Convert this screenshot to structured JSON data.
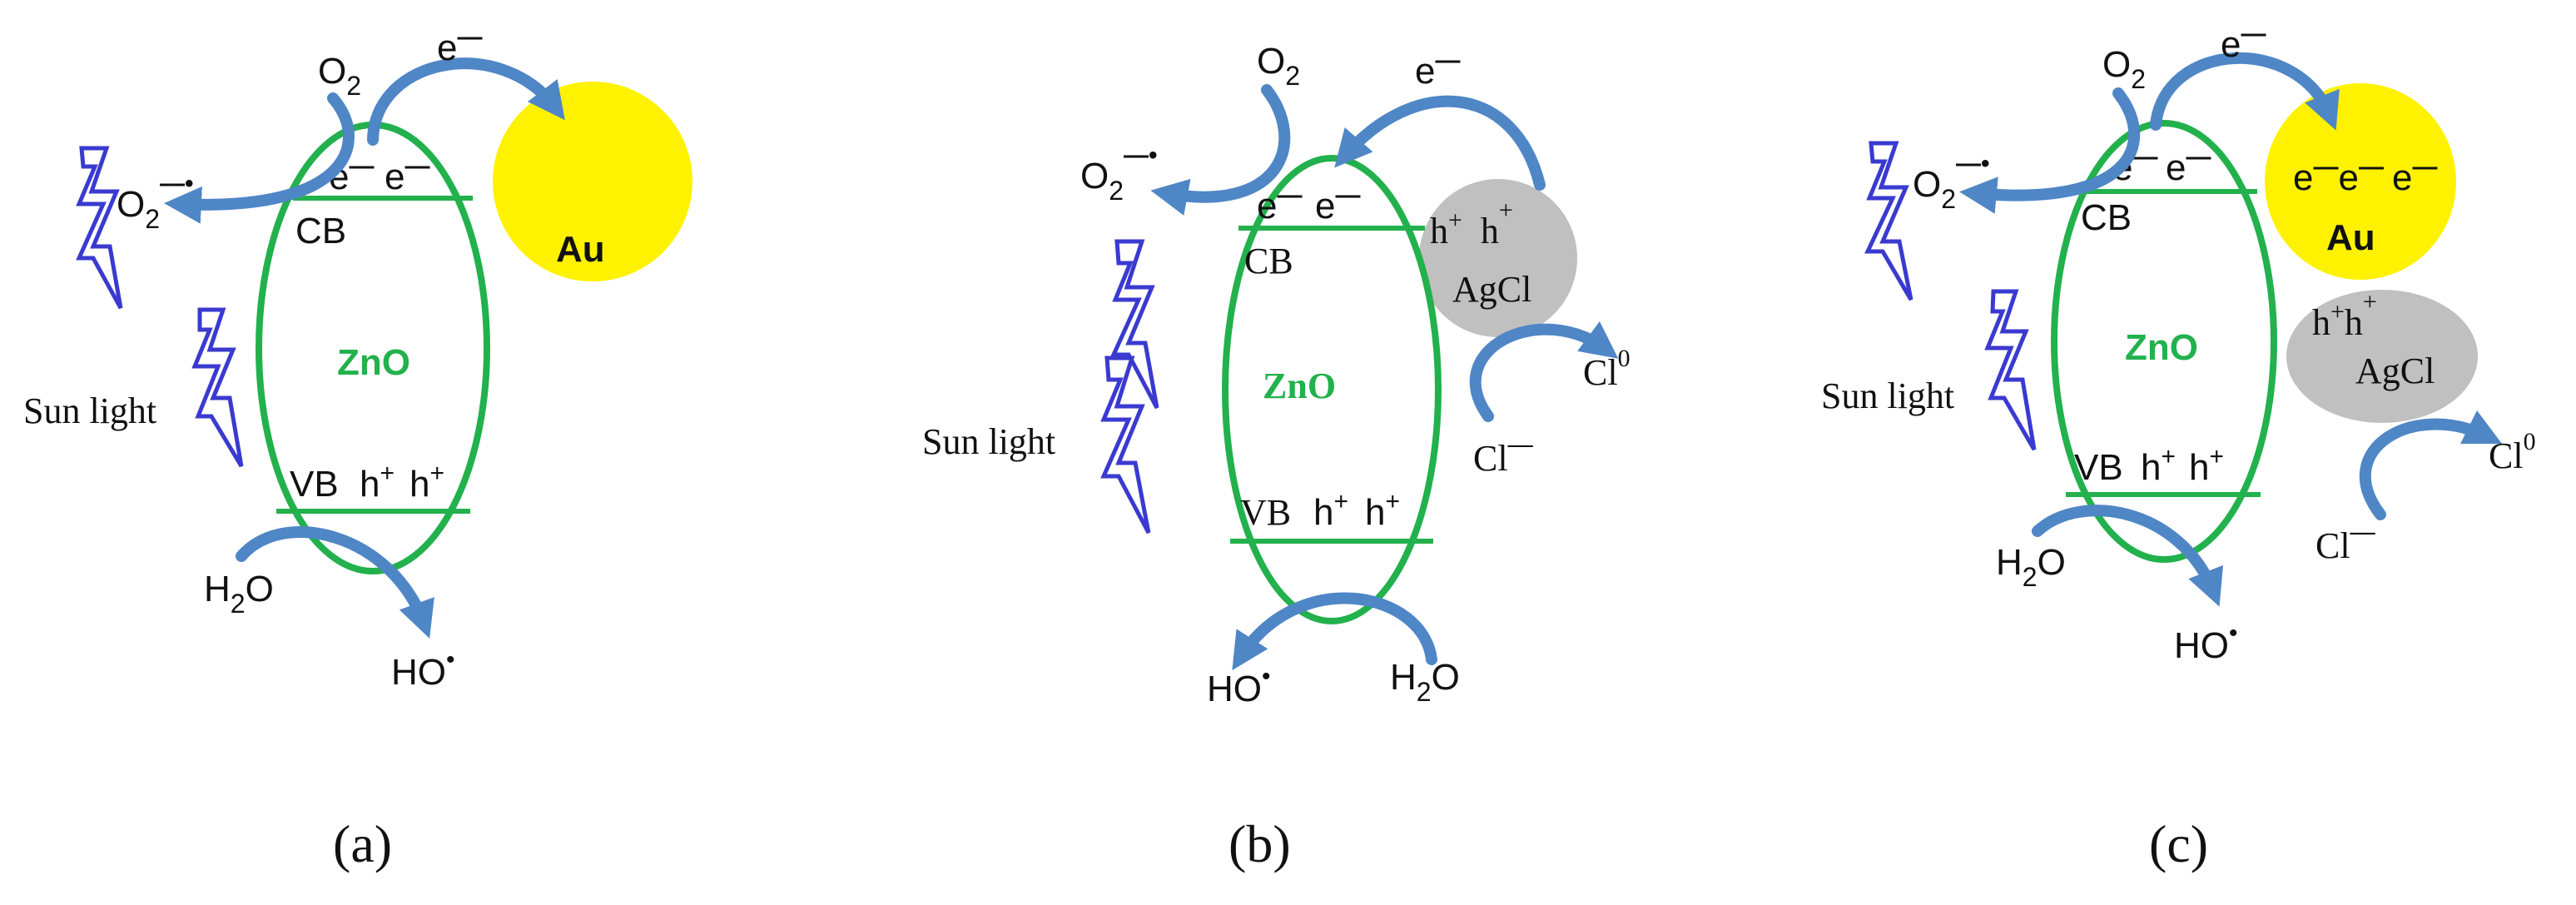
{
  "panels": [
    {
      "caption": "(a)",
      "semiconductor": "ZnO",
      "cb_label": "CB",
      "vb_label": "VB",
      "cb_electrons": "e",
      "vb_holes": "h",
      "light": "Sun light",
      "metal": "Au",
      "o2": "O",
      "h2o": "H",
      "ho": "HO"
    },
    {
      "caption": "(b)",
      "semiconductor": "ZnO",
      "cb_label": "CB",
      "vb_label": "VB",
      "cb_electrons": "e",
      "vb_holes": "h",
      "light": "Sun light",
      "cocatalyst": "AgCl",
      "cl0": "Cl",
      "cl_minus": "Cl",
      "o2": "O",
      "h2o": "H",
      "ho": "HO"
    },
    {
      "caption": "(c)",
      "semiconductor": "ZnO",
      "cb_label": "CB",
      "vb_label": "VB",
      "cb_electrons": "e",
      "vb_holes": "h",
      "light": "Sun light",
      "metal": "Au",
      "cocatalyst": "AgCl",
      "cl0": "Cl",
      "cl_minus": "Cl",
      "o2": "O",
      "h2o": "H",
      "ho": "HO"
    }
  ],
  "colors": {
    "semiconductor": "#22b14c",
    "au": "#fff200",
    "agcl": "#c0c0c0",
    "arrow": "#4f86c6",
    "light": "#3a3ad0"
  }
}
